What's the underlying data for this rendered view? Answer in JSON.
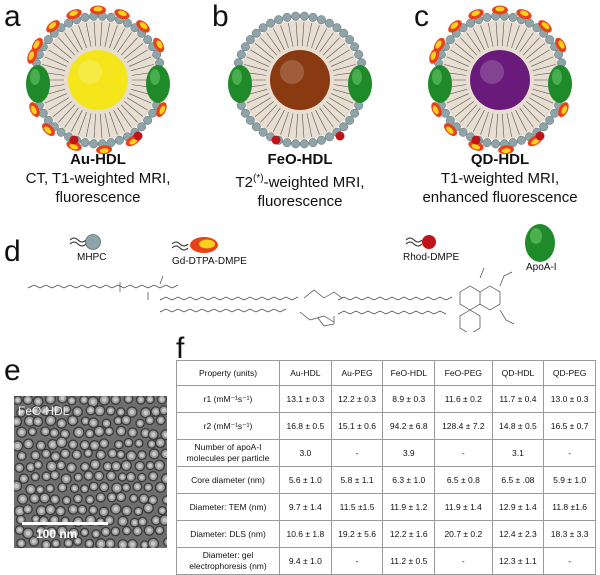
{
  "panels": {
    "a": {
      "letter": "a",
      "title": "Au-HDL",
      "lines": [
        "CT, T1-weighted MRI,",
        "fluorescence"
      ],
      "core_color": "#f5e61c"
    },
    "b": {
      "letter": "b",
      "title": "FeO-HDL",
      "line1_pre": "T2",
      "line1_sup": "(*)",
      "line1_post": "-weighted MRI,",
      "line2": "fluorescence",
      "core_color": "#8a3a10"
    },
    "c": {
      "letter": "c",
      "title": "QD-HDL",
      "lines": [
        "T1-weighted MRI,",
        "enhanced fluorescence"
      ],
      "core_color": "#6a1a7a"
    }
  },
  "panel_d": {
    "letter": "d",
    "components": [
      "MHPC",
      "Gd-DTPA-DMPE",
      "Rhod-DMPE",
      "ApoA-I"
    ]
  },
  "panel_e": {
    "letter": "e",
    "image_label": "FeO-HDL",
    "scale_label": "100 nm"
  },
  "panel_f": {
    "letter": "f",
    "columns": [
      "Property (units)",
      "Au-HDL",
      "Au-PEG",
      "FeO-HDL",
      "FeO-PEG",
      "QD-HDL",
      "QD-PEG"
    ],
    "rows": [
      [
        "r1 (mM⁻¹s⁻¹)",
        "13.1 ± 0.3",
        "12.2 ± 0.3",
        "8.9 ± 0.3",
        "11.6 ± 0.2",
        "11.7 ± 0.4",
        "13.0 ± 0.3"
      ],
      [
        "r2 (mM⁻¹s⁻¹)",
        "16.8 ± 0.5",
        "15.1 ± 0.6",
        "94.2 ± 6.8",
        "128.4 ± 7.2",
        "14.8 ± 0.5",
        "16.5 ± 0.7"
      ],
      [
        "Number of apoA-I molecules per particle",
        "3.0",
        "-",
        "3.9",
        "-",
        "3.1",
        "-"
      ],
      [
        "Core diameter (nm)",
        "5.6 ± 1.0",
        "5.8 ± 1.1",
        "6.3 ± 1.0",
        "6.5 ± 0.8",
        "6.5 ± .08",
        "5.9 ± 1.0"
      ],
      [
        "Diameter: TEM (nm)",
        "9.7 ± 1.4",
        "11.5 ±1.5",
        "11.9 ± 1.2",
        "11.9 ± 1.4",
        "12.9 ± 1.4",
        "11.8 ±1.6"
      ],
      [
        "Diameter: DLS (nm)",
        "10.6 ± 1.8",
        "19.2 ± 5.6",
        "12.2 ± 1.6",
        "20.7 ± 0.2",
        "12.4 ± 2.3",
        "18.3 ± 3.3"
      ],
      [
        "Diameter: gel electrophoresis (nm)",
        "9.4 ± 1.0",
        "-",
        "11.2 ± 0.5",
        "-",
        "12.3 ± 1.1",
        "-"
      ]
    ]
  },
  "colors": {
    "lipid_head": "#8fa4a8",
    "gd_outer": "#e8421c",
    "gd_inner": "#f7d21a",
    "rhod": "#c0141a",
    "apo_green": "#1f8a2a",
    "shell": "#e7ddd0"
  }
}
